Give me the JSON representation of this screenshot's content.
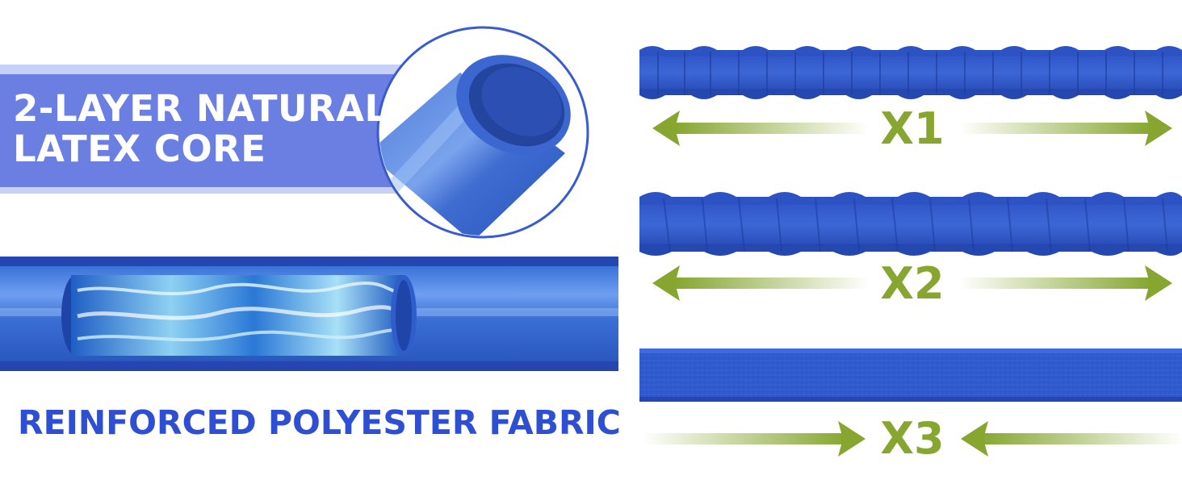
{
  "core_banner": {
    "line1": "2-LAYER NATURAL",
    "line2": "LATEX CORE",
    "colors": {
      "banner": "#6a7fe1",
      "banner_stripe": "#c7d0f7"
    },
    "icon": "hose-cross-section-icon"
  },
  "fabric": {
    "title": "REINFORCED POLYESTER FABRIC",
    "icon": "hose-water-cutaway-icon",
    "colors": {
      "text": "#2f4fd2",
      "hose": "#2d52c8",
      "core": "#2f72d6"
    }
  },
  "expansion": {
    "items": [
      {
        "label": "X1",
        "state": "fully-expanded",
        "arrows": "outward"
      },
      {
        "label": "X2",
        "state": "partly-expanded",
        "arrows": "outward"
      },
      {
        "label": "X3",
        "state": "contracted",
        "arrows": "inward"
      }
    ],
    "colors": {
      "arrow": "#86a630",
      "hose": "#2a56c6"
    }
  }
}
